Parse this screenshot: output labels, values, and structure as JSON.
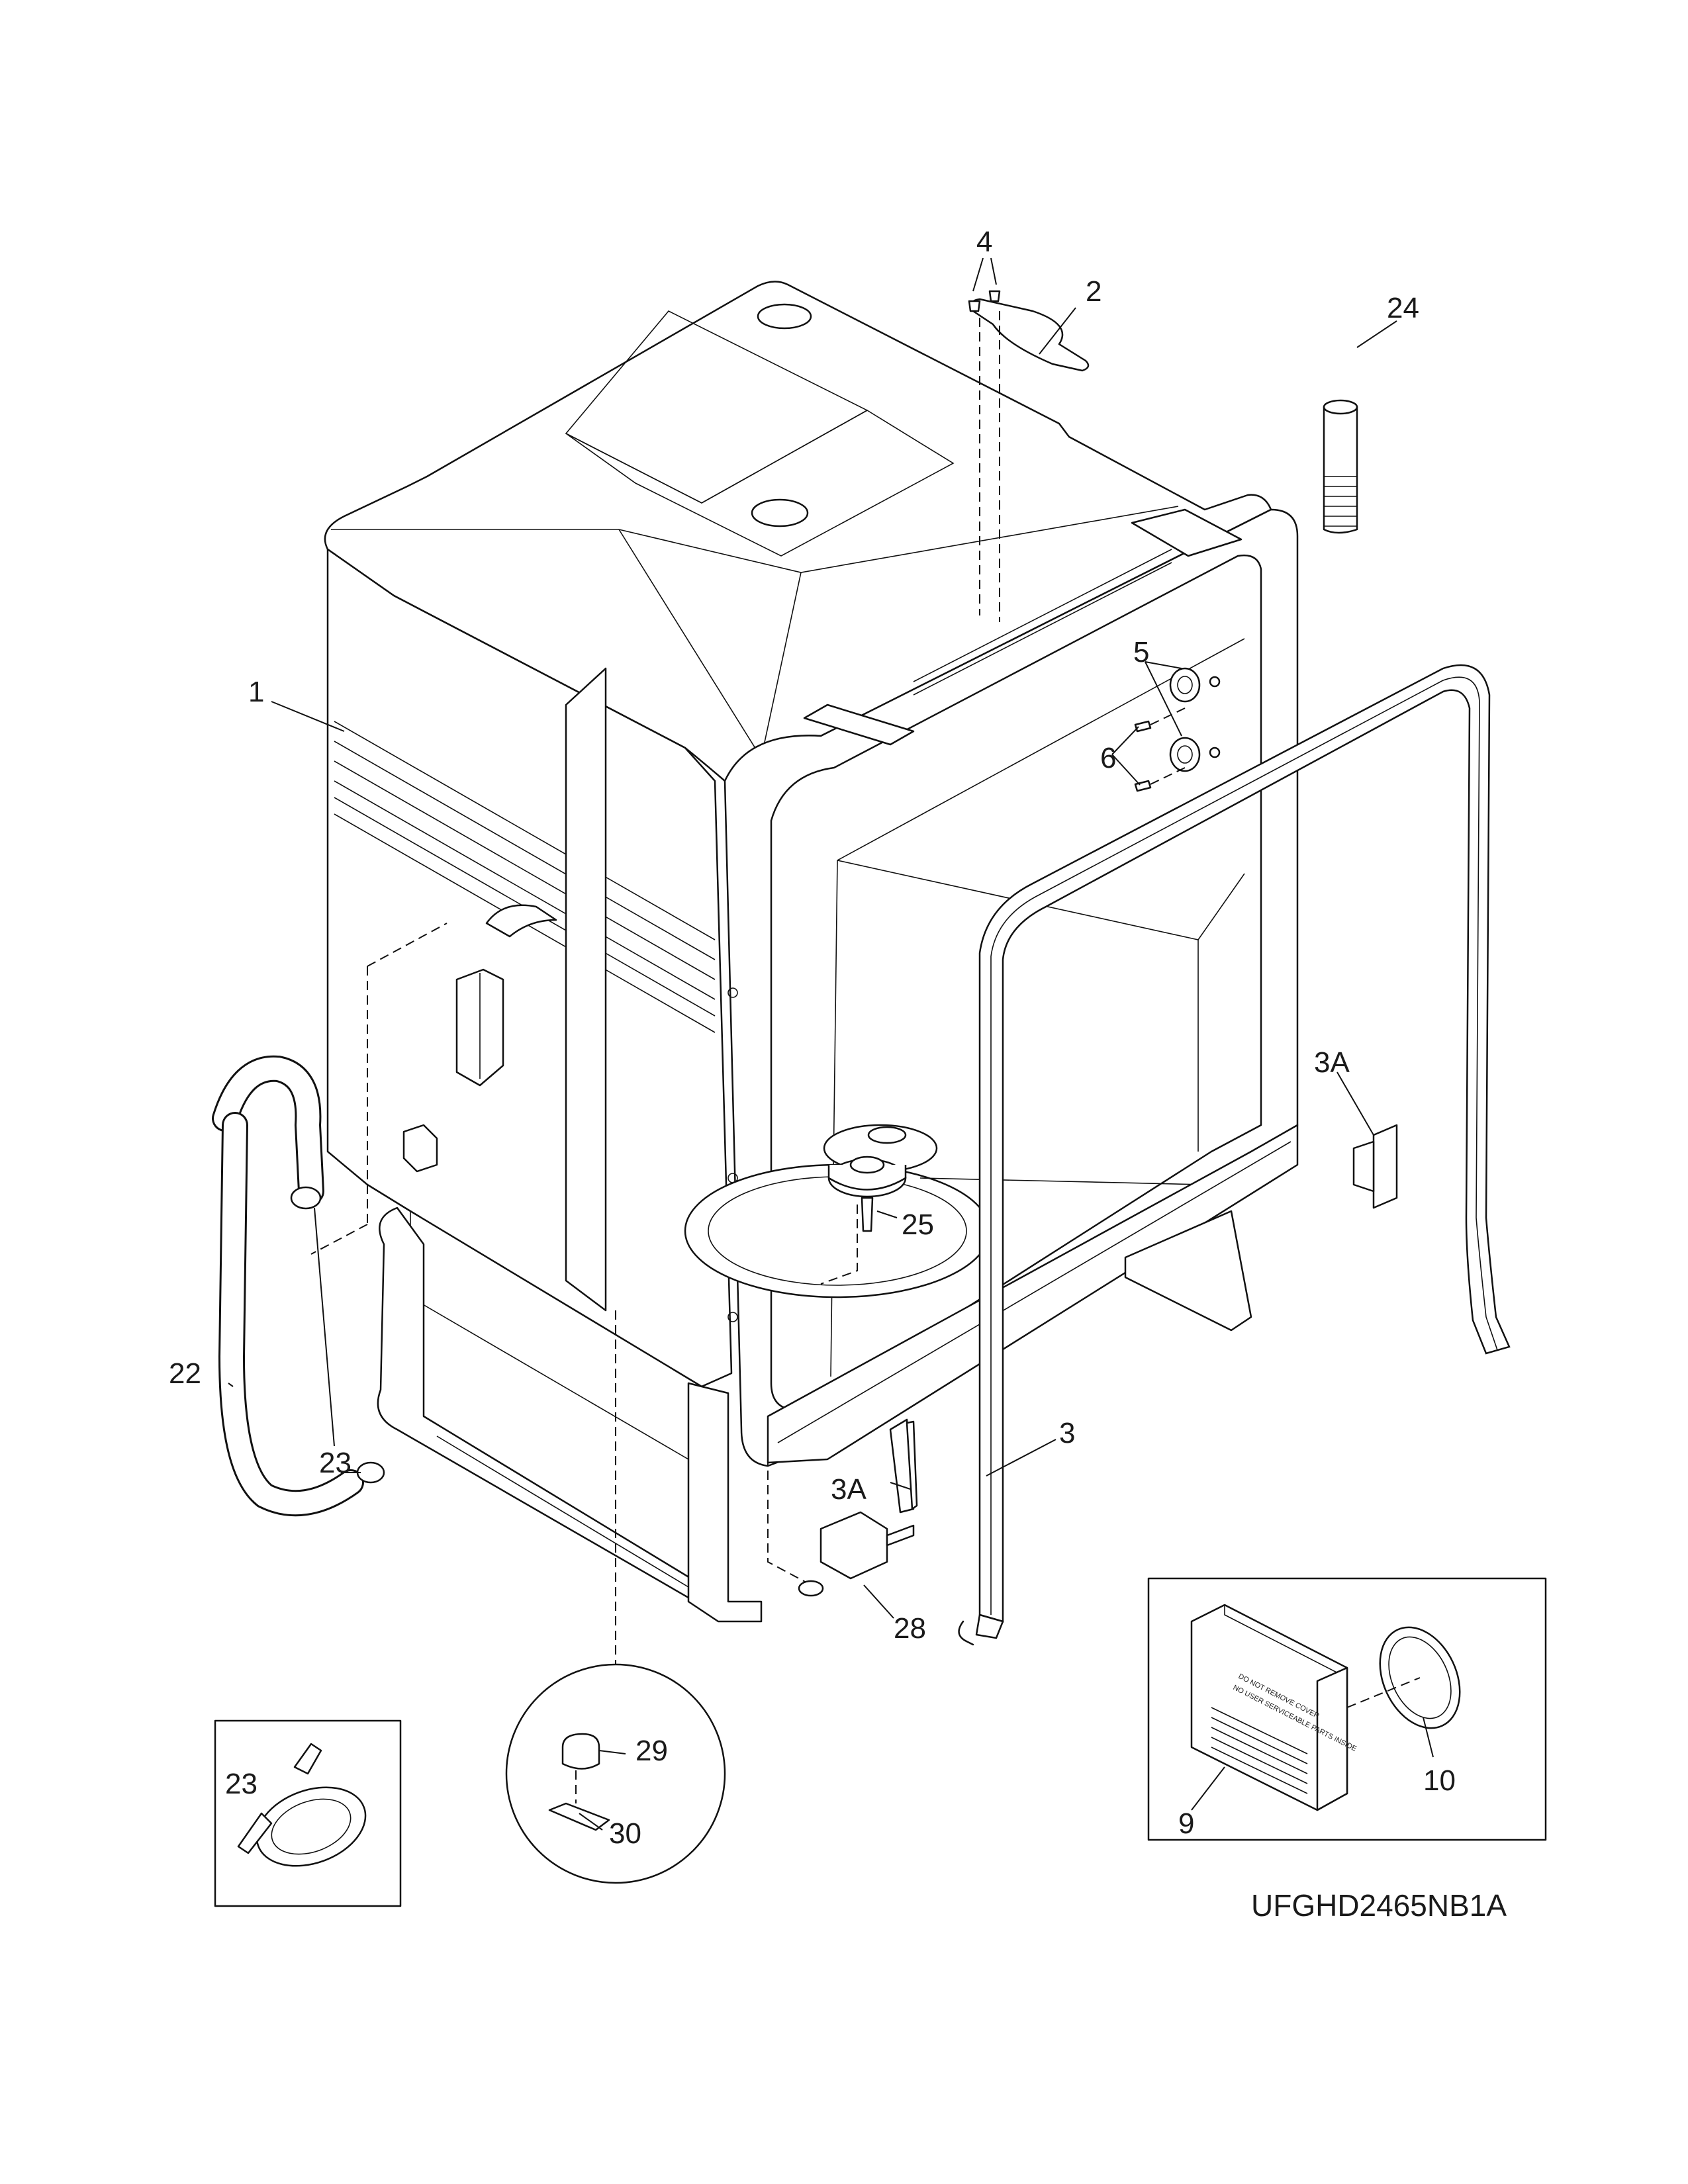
{
  "diagram": {
    "model_number": "UFGHD2465NB1A",
    "callouts": {
      "c1": "1",
      "c2": "2",
      "c3": "3",
      "c3a_right": "3A",
      "c3a_center": "3A",
      "c4": "4",
      "c5": "5",
      "c6": "6",
      "c9": "9",
      "c10": "10",
      "c22": "22",
      "c23_hose": "23",
      "c23_detail": "23",
      "c24": "24",
      "c25": "25",
      "c28": "28",
      "c29": "29",
      "c30": "30"
    },
    "panel_text": {
      "line1": "DO NOT REMOVE COVER",
      "line2": "NO USER SERVICEABLE PARTS INSIDE"
    }
  }
}
